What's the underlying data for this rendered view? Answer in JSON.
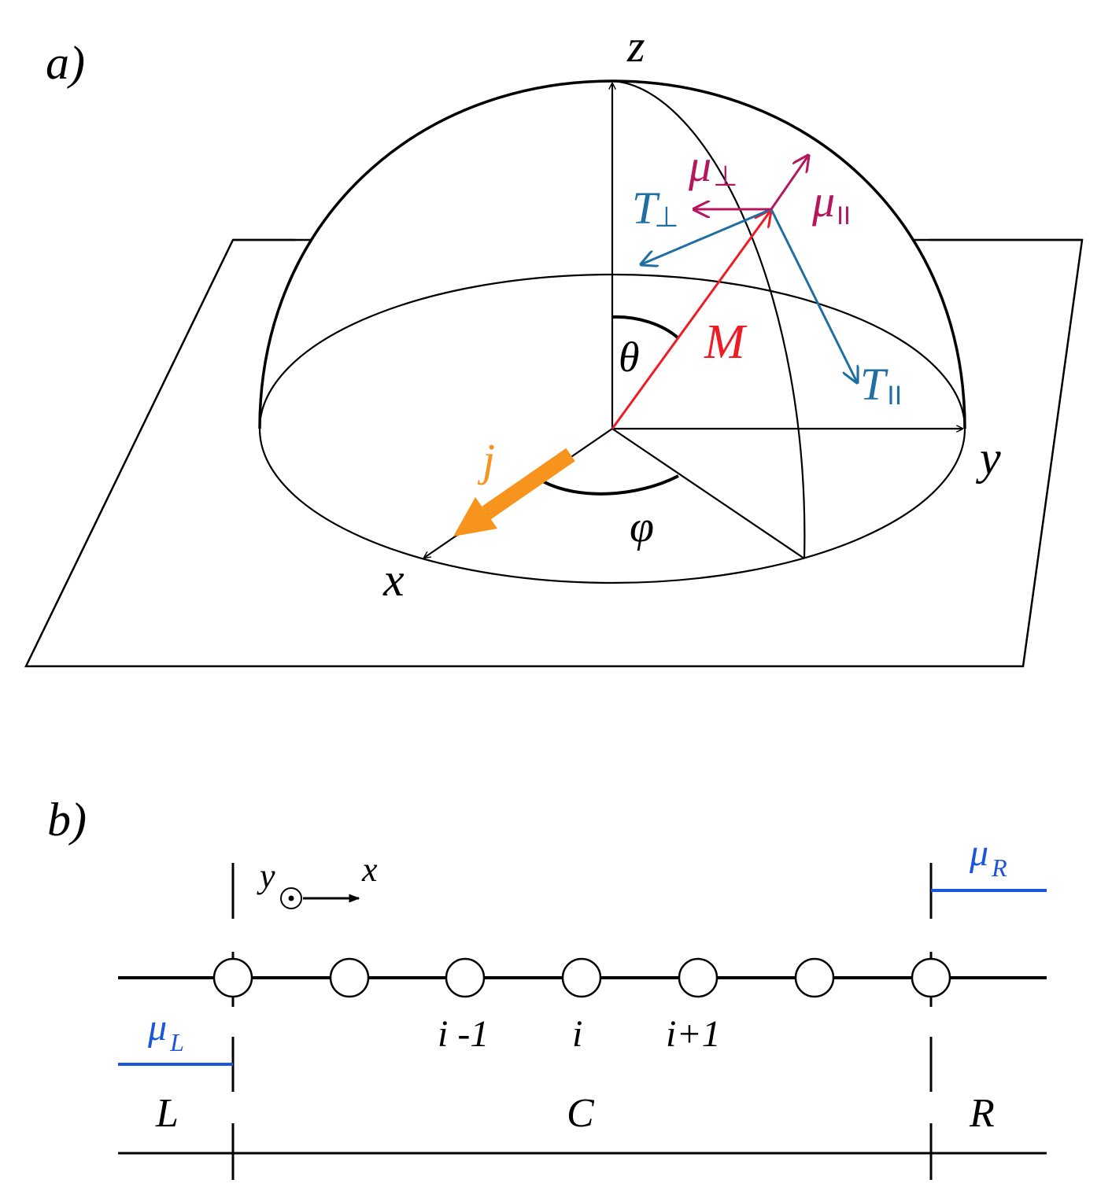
{
  "panel_a": {
    "label": "a)",
    "axes": {
      "z": "z",
      "y": "y",
      "x": "x"
    },
    "theta": "θ",
    "phi": "φ",
    "magnetization": "M",
    "current": "j",
    "mu_perp": {
      "base": "μ",
      "sub": "⊥"
    },
    "mu_par": {
      "base": "μ",
      "sub": "II"
    },
    "t_perp": {
      "base": "T",
      "sub": "⊥"
    },
    "t_par": {
      "base": "T",
      "sub": "II"
    },
    "colors": {
      "magnetization": "#ee1c25",
      "current": "#f7941d",
      "mu": "#b5175f",
      "torque": "#1f6fa3",
      "lines": "#000000"
    }
  },
  "panel_b": {
    "label": "b)",
    "coord_y": "y",
    "coord_x": "x",
    "site_labels": [
      "i -1",
      "i",
      "i+1"
    ],
    "mu_L": {
      "base": "μ",
      "sub": "L"
    },
    "mu_R": {
      "base": "μ",
      "sub": "R"
    },
    "regions": [
      "L",
      "C",
      "R"
    ],
    "site_count": 7,
    "colors": {
      "chemical_potential": "#1a56db"
    }
  }
}
